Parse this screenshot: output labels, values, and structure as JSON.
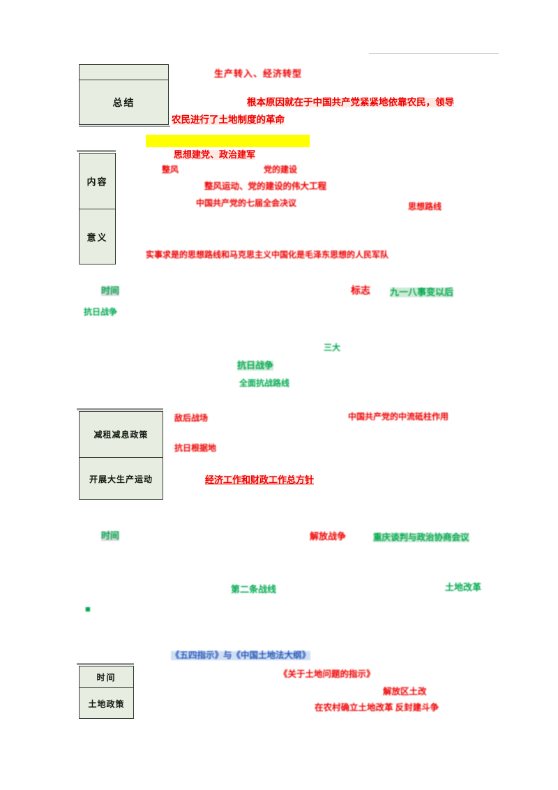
{
  "document": {
    "kind": "scanned-study-notes-page",
    "language": "zh",
    "page_background": "#ffffff"
  },
  "colors": {
    "box_fill": "#e7eee1",
    "box_border": "#2f3b2f",
    "red": "#ef0000",
    "green": "#00a94f",
    "blue": "#2a57b8",
    "highlight_yellow": "#ffff00",
    "highlight_pink": "#fdeae4",
    "highlight_green": "#cfe9d6",
    "highlight_blue": "#cfe0f5"
  },
  "top_blank_box": {
    "label": "blank-white-box"
  },
  "tables": {
    "summary_table": {
      "rows": [
        {
          "label": ""
        },
        {
          "label": "总结"
        }
      ]
    },
    "content_table": {
      "rows": [
        {
          "label": "内容"
        },
        {
          "label": "意义"
        }
      ]
    },
    "policy_table": {
      "rows": [
        {
          "label": "减租减息政策"
        },
        {
          "label": "开展大生产运动"
        }
      ]
    },
    "land_table": {
      "rows": [
        {
          "label": "时间"
        },
        {
          "label": "土地政策"
        }
      ]
    }
  },
  "annotations": [
    {
      "id": "a01",
      "text": "生产转入、经济转型",
      "color": "red",
      "highlight": "none",
      "legible": false
    },
    {
      "id": "a02",
      "text": "根本原因就在于中国共产党紧紧地依靠农民，领导",
      "color": "red",
      "highlight": "pink",
      "legible": true
    },
    {
      "id": "a03",
      "text": "农民进行了土地制度的革命",
      "color": "red",
      "highlight": "pink",
      "legible": true
    },
    {
      "id": "a04",
      "text": "",
      "color": "red",
      "highlight": "yellow",
      "legible": false
    },
    {
      "id": "a05",
      "text": "思想建党、政治建军",
      "color": "red",
      "highlight": "pink",
      "legible": true
    },
    {
      "id": "a06",
      "text": "整风",
      "color": "red",
      "highlight": "none",
      "legible": false
    },
    {
      "id": "a07",
      "text": "党的建设",
      "color": "red",
      "highlight": "none",
      "legible": false
    },
    {
      "id": "a08",
      "text": "整风运动、党的建设的伟大工程",
      "color": "red",
      "highlight": "none",
      "legible": false
    },
    {
      "id": "a09",
      "text": "中国共产党的七届全会决议",
      "color": "red",
      "highlight": "none",
      "legible": false
    },
    {
      "id": "a10",
      "text": "思想路线",
      "color": "red",
      "highlight": "none",
      "legible": false
    },
    {
      "id": "a11",
      "text": "实事求是的思想路线和马克思主义中国化是毛泽东思想的人民军队",
      "color": "red",
      "highlight": "none",
      "legible": false
    },
    {
      "id": "a12",
      "text": "时间",
      "color": "green",
      "highlight": "grey",
      "legible": false
    },
    {
      "id": "a13",
      "text": "抗日战争",
      "color": "green",
      "highlight": "none",
      "legible": false
    },
    {
      "id": "a14",
      "text": "标志",
      "color": "red",
      "highlight": "none",
      "legible": false
    },
    {
      "id": "a15",
      "text": "九一八事变以后",
      "color": "green",
      "highlight": "lgreen",
      "legible": false
    },
    {
      "id": "a16",
      "text": "三大",
      "color": "green",
      "highlight": "none",
      "legible": false
    },
    {
      "id": "a17",
      "text": "抗日战争",
      "color": "green",
      "highlight": "lgreen",
      "legible": false
    },
    {
      "id": "a18",
      "text": "全面抗战路线",
      "color": "green",
      "highlight": "none",
      "legible": false
    },
    {
      "id": "a19",
      "text": "敌后战场",
      "color": "red",
      "highlight": "none",
      "legible": false
    },
    {
      "id": "a20",
      "text": "中国共产党的中流砥柱作用",
      "color": "red",
      "highlight": "none",
      "legible": false
    },
    {
      "id": "a21",
      "text": "抗日根据地",
      "color": "red",
      "highlight": "none",
      "legible": false
    },
    {
      "id": "a22",
      "text": "经济工作和财政工作总方针",
      "color": "red",
      "highlight": "pink",
      "legible": true
    },
    {
      "id": "a23",
      "text": "时间",
      "color": "green",
      "highlight": "grey",
      "legible": false
    },
    {
      "id": "a24",
      "text": "解放战争",
      "color": "red",
      "highlight": "none",
      "legible": false
    },
    {
      "id": "a25",
      "text": "重庆谈判与政治协商会议",
      "color": "green",
      "highlight": "lgreen",
      "legible": false
    },
    {
      "id": "a26",
      "text": "第二条战线",
      "color": "green",
      "highlight": "lgreen",
      "legible": false
    },
    {
      "id": "a27",
      "text": "土地改革",
      "color": "green",
      "highlight": "lgreen",
      "legible": false
    },
    {
      "id": "a28",
      "text": "■",
      "color": "green",
      "highlight": "none",
      "legible": false
    },
    {
      "id": "a29",
      "text": "《五四指示》与《中国土地法大纲》",
      "color": "blue",
      "highlight": "lblue",
      "legible": false
    },
    {
      "id": "a30",
      "text": "《关于土地问题的指示》",
      "color": "red",
      "highlight": "none",
      "legible": false
    },
    {
      "id": "a31",
      "text": "解放区土改",
      "color": "red",
      "highlight": "none",
      "legible": false
    },
    {
      "id": "a32",
      "text": "在农村确立土地改革   反封建斗争",
      "color": "red",
      "highlight": "none",
      "legible": false
    }
  ]
}
